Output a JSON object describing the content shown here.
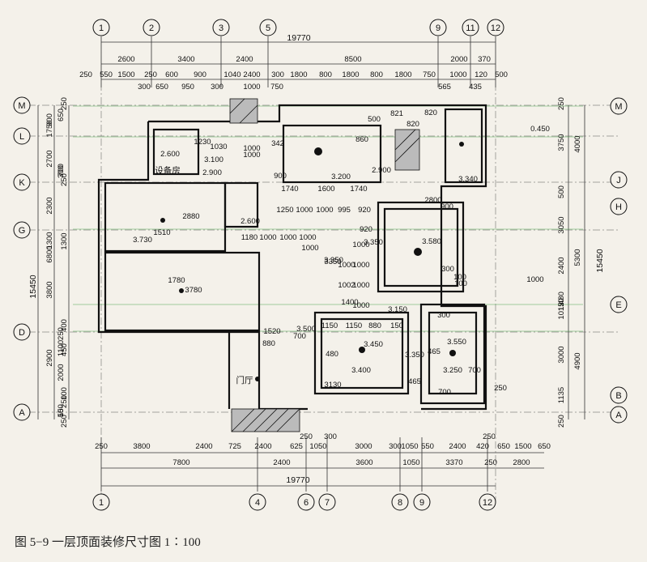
{
  "caption": "图 5−9    一层顶面装修尺寸图 1∶100",
  "grid": {
    "top": [
      "1",
      "2",
      "3",
      "5",
      "9",
      "11",
      "12"
    ],
    "bottom": [
      "1",
      "4",
      "6",
      "7",
      "8",
      "9",
      "12"
    ],
    "left": [
      "M",
      "L",
      "K",
      "G",
      "D",
      "A"
    ],
    "right": [
      "M",
      "J",
      "H",
      "E",
      "B",
      "A"
    ]
  },
  "dims": {
    "top_total": "19770",
    "top_row2": [
      "2600",
      "3400",
      "2400",
      "8500",
      "2000",
      "370"
    ],
    "top_row3": [
      "250",
      "550",
      "1500",
      "250",
      "600",
      "900",
      "1040",
      "2400",
      "300",
      "1800",
      "800",
      "1800",
      "800",
      "1800",
      "750",
      "1000",
      "120",
      "500"
    ],
    "top_row4": [
      "300",
      "650",
      "950",
      "300",
      "1000",
      "750",
      "565",
      "435"
    ],
    "bottom_row1": [
      "250",
      "3800",
      "2400",
      "725",
      "2400",
      "625",
      "1050",
      "3000",
      "300",
      "1050",
      "550",
      "2400",
      "420",
      "650",
      "1500",
      "650"
    ],
    "bottom_row1b": [
      "250",
      "300",
      "250"
    ],
    "bottom_row2": [
      "7800",
      "2400",
      "3600",
      "1050",
      "3370",
      "250",
      "2800"
    ],
    "bottom_total": "19770",
    "left_total": "15450",
    "left_col2": [
      "900",
      "2700",
      "2300",
      "6800",
      "2900",
      "1300",
      "3800",
      "1750"
    ],
    "left_col1": [
      "650",
      "250",
      "300",
      "250",
      "700",
      "1300",
      "1100",
      "450",
      "250",
      "400",
      "2000",
      "250",
      "150",
      "250",
      "50",
      "100"
    ],
    "right_total": "15450",
    "right_col2": [
      "4000",
      "5300",
      "4900"
    ],
    "right_col1": [
      "250",
      "3750",
      "500",
      "3050",
      "2400",
      "1015",
      "480",
      "120",
      "3000",
      "1135",
      "250"
    ]
  },
  "rooms": {
    "equipment": "设备房",
    "entrance": "门厅"
  },
  "heights": [
    "2.600",
    "3.100",
    "2.900",
    "3.200",
    "2.900",
    "3.340",
    "2.600",
    "3.730",
    "3.350",
    "3.580",
    "3.350",
    "3.500",
    "3.150",
    "3.450",
    "3.400",
    "3.350",
    "3.550",
    "3.250",
    "0.450"
  ],
  "interior": [
    "2880",
    "3780",
    "1780",
    "1510",
    "1030",
    "1230",
    "1000",
    "1000",
    "342",
    "900",
    "820",
    "821",
    "820",
    "500",
    "1740",
    "1600",
    "1740",
    "1250",
    "1000",
    "1000",
    "995",
    "920",
    "920",
    "1180",
    "1000",
    "1000",
    "1000",
    "1000",
    "1000",
    "1000",
    "1000",
    "1000",
    "1000",
    "1002",
    "1400",
    "1520",
    "700",
    "880",
    "1150",
    "1150",
    "880",
    "150",
    "480",
    "3130",
    "465",
    "465",
    "700",
    "700",
    "300",
    "100",
    "100",
    "300",
    "2800",
    "1000",
    "900",
    "860",
    "3350",
    "250"
  ]
}
